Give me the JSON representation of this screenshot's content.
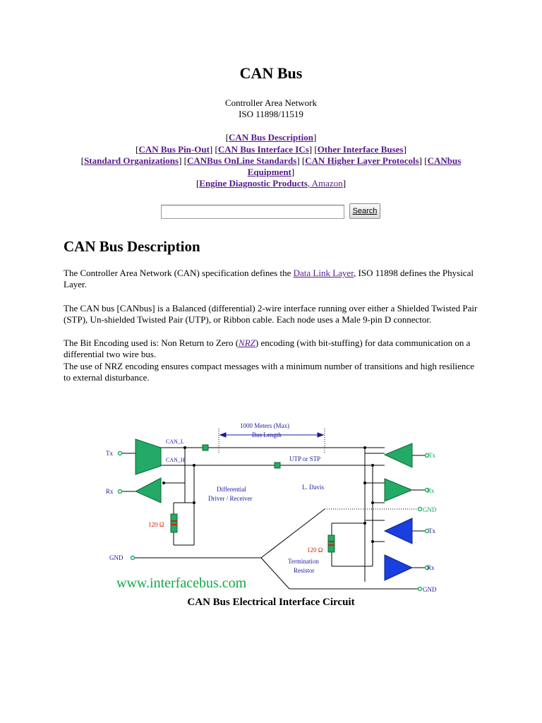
{
  "page": {
    "title": "CAN Bus",
    "subtitle_line1": "Controller Area Network",
    "subtitle_line2": "ISO 11898/11519"
  },
  "nav": {
    "can_bus_description": "CAN Bus Description",
    "can_bus_pinout": "CAN Bus Pin-Out",
    "can_bus_interface_ics": "CAN Bus Interface ICs",
    "other_interface_buses": "Other Interface Buses",
    "standard_organizations": "Standard Organizations",
    "canbus_online_standards": "CANBus OnLine Standards",
    "can_higher_layer_protocols": "CAN Higher Layer Protocols",
    "canbus_equipment": "CANbus Equipment",
    "engine_diagnostic_products": "Engine Diagnostic Products",
    "amazon": ", Amazon"
  },
  "search": {
    "value": "",
    "button_label": "Search"
  },
  "section": {
    "heading": "CAN Bus Description",
    "p1_before": "The Controller Area Network (CAN) specification defines the ",
    "p1_link": "Data Link Layer",
    "p1_after": ", ISO 11898 defines the Physical Layer.",
    "p2_line1": "The CAN bus [CANbus] is a Balanced (differential) 2-wire interface running over either a Shielded Twisted Pair (STP), Un-shielded Twisted Pair (UTP), or Ribbon cable. Each node uses a Male 9-pin D connector.",
    "p2_line2_before": "The Bit Encoding used is: Non Return to Zero (",
    "p2_line2_link": "NRZ",
    "p2_line2_after": ") encoding (with bit-stuffing) for data communication on a differential two wire bus.",
    "p2_line3": "The use of NRZ encoding ensures compact messages with a minimum number of transitions and high resilience to external disturbance."
  },
  "diagram": {
    "bus_length_line1": "1000 Meters (Max)",
    "bus_length_line2": "Bus Length",
    "can_l": "CAN_L",
    "can_h": "CAN_H",
    "utp_stp": "UTP or STP",
    "differential_line1": "Differential",
    "differential_line2": "Driver / Receiver",
    "author": "L. Davis",
    "tx_left": "Tx",
    "rx_left": "Rx",
    "tx_right": "Tx",
    "rx_right": "Rx",
    "tx_right2": "Tx",
    "rx_right2": "Rx",
    "gnd_left": "GND",
    "gnd_right_top": "GND",
    "gnd_right_bottom": "GND",
    "resistor_left": "120 Ω",
    "resistor_right": "120 Ω",
    "termination_line1": "Termination",
    "termination_line2": "Resistor",
    "watermark": "www.interfacebus.com",
    "colors": {
      "amplifier_green": "#22aa66",
      "amplifier_blue": "#1a3fe0",
      "label_blue": "#1a1aa0",
      "label_green": "#11aa55",
      "label_red": "#cc2200",
      "watermark_green": "#11a84a"
    }
  },
  "caption": "CAN Bus Electrical Interface Circuit"
}
